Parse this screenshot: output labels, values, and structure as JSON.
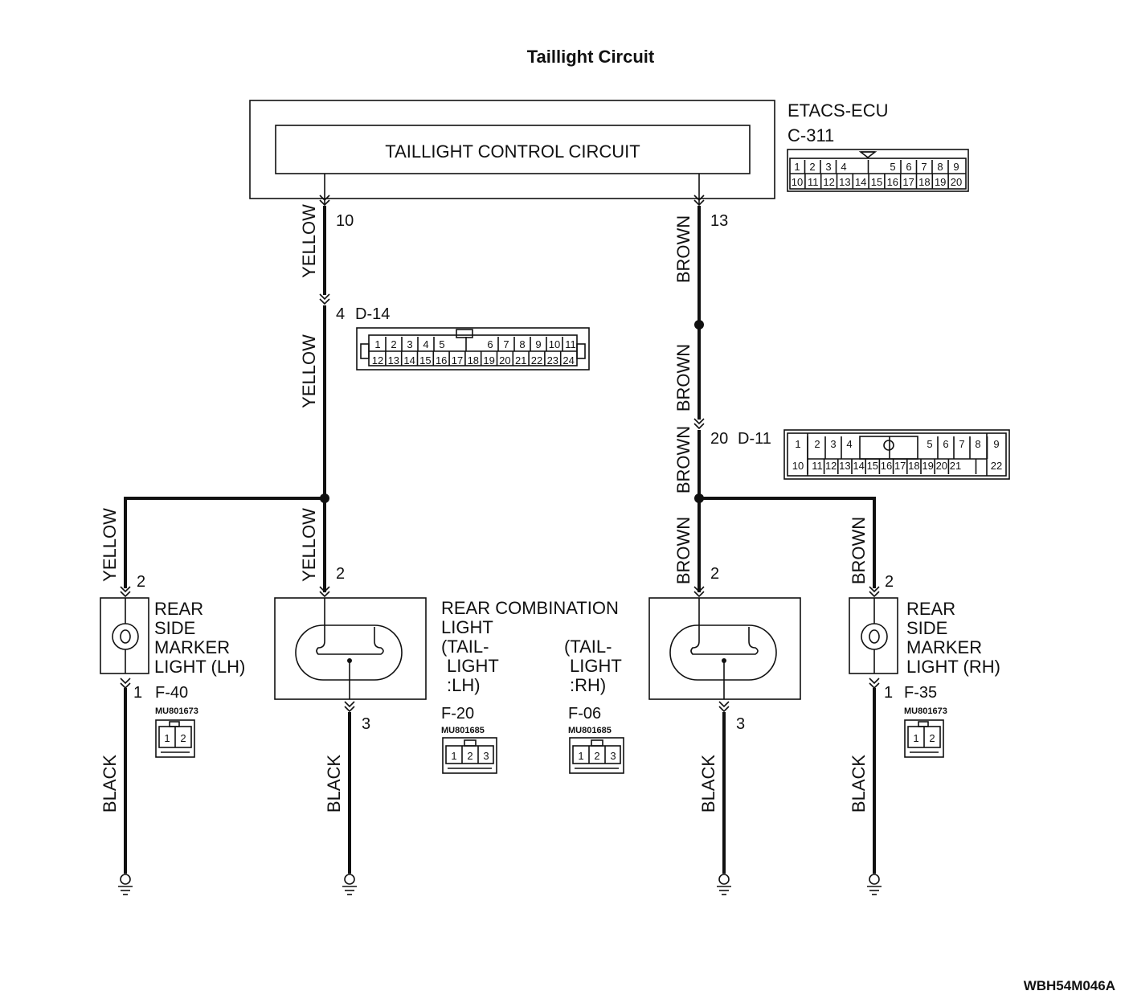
{
  "title": "Taillight Circuit",
  "figure_code": "WBH54M046A",
  "ecu": {
    "name": "ETACS-ECU",
    "connector": "C-311",
    "inner_block": "TAILLIGHT CONTROL CIRCUIT",
    "pin_left": "10",
    "pin_right": "13",
    "connector_pins_row1": [
      "1",
      "2",
      "3",
      "4",
      "5",
      "6",
      "7",
      "8",
      "9"
    ],
    "connector_pins_row2": [
      "10",
      "11",
      "12",
      "13",
      "14",
      "15",
      "16",
      "17",
      "18",
      "19",
      "20"
    ]
  },
  "wire_colors": {
    "yellow": "YELLOW",
    "brown": "BROWN",
    "black": "BLACK"
  },
  "d14": {
    "pin": "4",
    "name": "D-14",
    "pins_row1": [
      "1",
      "2",
      "3",
      "4",
      "5",
      "6",
      "7",
      "8",
      "9",
      "10",
      "11"
    ],
    "pins_row2": [
      "12",
      "13",
      "14",
      "15",
      "16",
      "17",
      "18",
      "19",
      "20",
      "21",
      "22",
      "23",
      "24"
    ]
  },
  "d11": {
    "pin": "20",
    "name": "D-11",
    "pins_row1": [
      "1",
      "2",
      "3",
      "4",
      "5",
      "6",
      "7",
      "8",
      "9"
    ],
    "pins_row2": [
      "10",
      "11",
      "12",
      "13",
      "14",
      "15",
      "16",
      "17",
      "18",
      "19",
      "20",
      "21",
      "22"
    ]
  },
  "side_marker_lh": {
    "line1": "REAR",
    "line2": "SIDE",
    "line3": "MARKER",
    "line4": "LIGHT (LH)",
    "pin_in": "2",
    "pin_out": "1",
    "connector": "F-40",
    "part": "MU801673",
    "pins": [
      "1",
      "2"
    ]
  },
  "side_marker_rh": {
    "line1": "REAR",
    "line2": "SIDE",
    "line3": "MARKER",
    "line4": "LIGHT (RH)",
    "pin_in": "2",
    "pin_out": "1",
    "connector": "F-35",
    "part": "MU801673",
    "pins": [
      "1",
      "2"
    ]
  },
  "combo": {
    "line1": "REAR COMBINATION",
    "line2": "LIGHT",
    "lh_line1": "(TAIL-",
    "lh_line2": "LIGHT",
    "lh_line3": ":LH)",
    "rh_line1": "(TAIL-",
    "rh_line2": "LIGHT",
    "rh_line3": ":RH)",
    "lh_connector": "F-20",
    "rh_connector": "F-06",
    "part": "MU801685",
    "pins": [
      "1",
      "2",
      "3"
    ],
    "pin_in": "2",
    "pin_out": "3"
  }
}
